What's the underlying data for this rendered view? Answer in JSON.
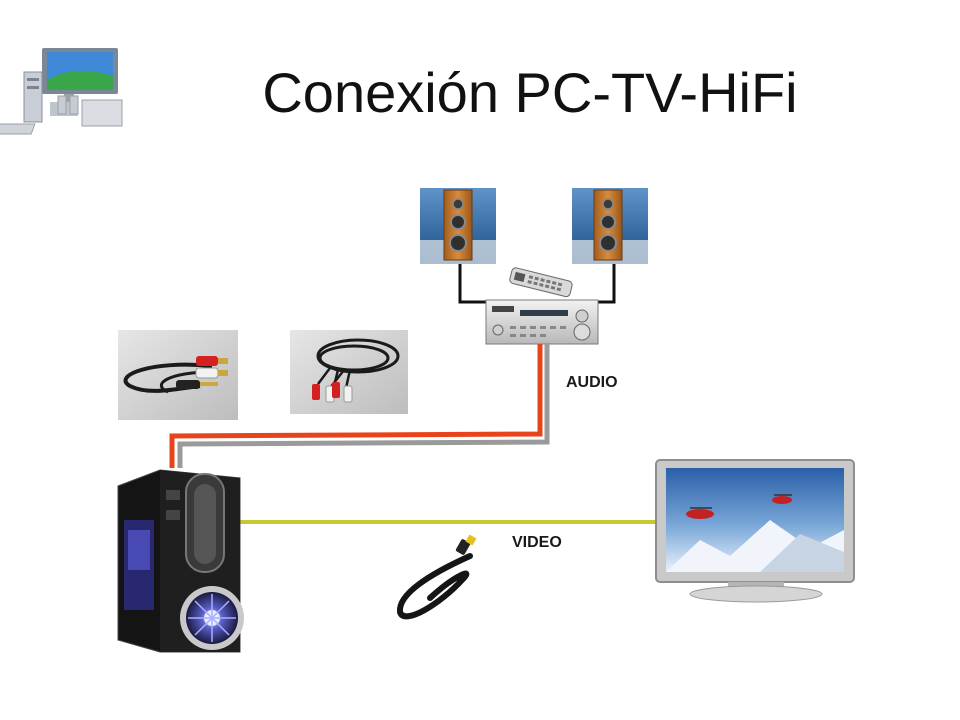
{
  "title": "Conexión PC-TV-HiFi",
  "labels": {
    "audio": "AUDIO",
    "video": "VIDEO"
  },
  "colors": {
    "audio_red": "#e8441c",
    "audio_gray": "#9a9a9a",
    "video_yellow": "#c8c832",
    "speaker_wall": "#3a6fa6",
    "speaker_wood": "#c7782b"
  },
  "icons": {
    "corner": "computer-system-icon",
    "speakers": "speaker-icon",
    "remote": "remote-control-icon",
    "receiver": "av-receiver-icon",
    "cable_minijack": "minijack-to-rca-cable-icon",
    "cable_rca": "rca-audio-cable-icon",
    "pc": "pc-tower-icon",
    "tv": "flat-tv-icon",
    "cable_video": "composite-video-cable-icon"
  }
}
